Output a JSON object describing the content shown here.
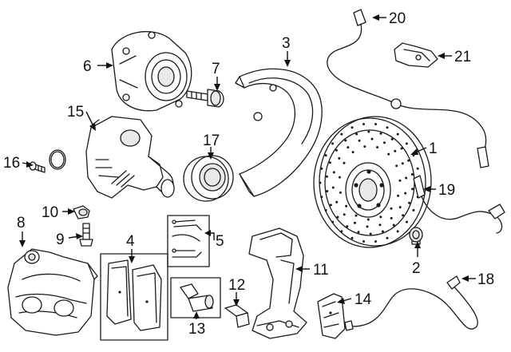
{
  "diagram": {
    "callouts": [
      {
        "id": "c1",
        "label": "1"
      },
      {
        "id": "c2",
        "label": "2"
      },
      {
        "id": "c3",
        "label": "3"
      },
      {
        "id": "c4",
        "label": "4"
      },
      {
        "id": "c5",
        "label": "5"
      },
      {
        "id": "c6",
        "label": "6"
      },
      {
        "id": "c7",
        "label": "7"
      },
      {
        "id": "c8",
        "label": "8"
      },
      {
        "id": "c9",
        "label": "9"
      },
      {
        "id": "c10",
        "label": "10"
      },
      {
        "id": "c11",
        "label": "11"
      },
      {
        "id": "c12",
        "label": "12"
      },
      {
        "id": "c13",
        "label": "13"
      },
      {
        "id": "c14",
        "label": "14"
      },
      {
        "id": "c15",
        "label": "15"
      },
      {
        "id": "c16",
        "label": "16"
      },
      {
        "id": "c17",
        "label": "17"
      },
      {
        "id": "c18",
        "label": "18"
      },
      {
        "id": "c19",
        "label": "19"
      },
      {
        "id": "c20",
        "label": "20"
      },
      {
        "id": "c21",
        "label": "21"
      }
    ]
  }
}
